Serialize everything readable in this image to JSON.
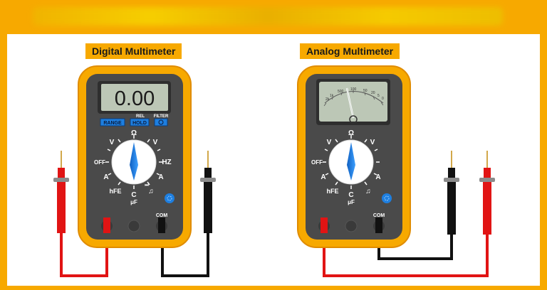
{
  "digital": {
    "title": "Digital Multimeter",
    "display": "0.00",
    "buttons": {
      "range": "RANGE",
      "hold": "HOLD",
      "rel": "REL",
      "filter": "FILTER"
    },
    "dial": {
      "ohm": "Ω",
      "v_dc": "V",
      "v_ac": "V",
      "hz": "HZ",
      "a_dc": "A",
      "a_ac": "A",
      "off": "OFF",
      "hfe": "hFE",
      "cap": "C",
      "cap_unit": "μF",
      "sound": "♫",
      "diode": "⏭"
    },
    "port_com": "COM"
  },
  "analog": {
    "title": "Analog Multimeter",
    "scale": [
      "2k",
      "1k",
      "500",
      "100",
      "50",
      "20",
      "5",
      "0"
    ],
    "dial": {
      "ohm": "Ω",
      "v_dc": "V",
      "v_ac": "V",
      "a_dc": "A",
      "a_ac": "A",
      "off": "OFF",
      "hfe": "hFE",
      "cap": "C",
      "cap_unit": "μF",
      "sound": "♫"
    },
    "port_com": "COM"
  },
  "colors": {
    "orange": "#f7a900",
    "case": "#4a4a4a",
    "lcd": "#bcc7b6",
    "red": "#e11414",
    "black": "#111111",
    "blue": "#1e7fe0"
  }
}
